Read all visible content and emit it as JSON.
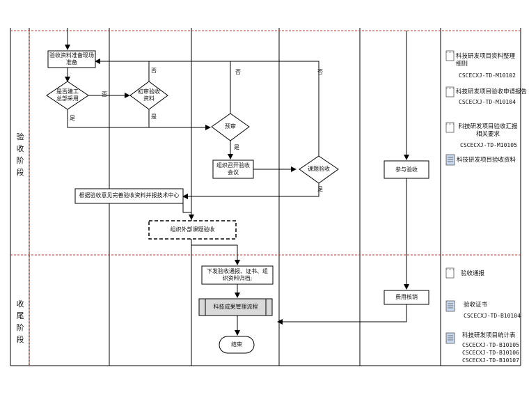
{
  "phases": {
    "acceptance": "验收阶段",
    "closing": "收尾阶段"
  },
  "nodes": {
    "prepare_materials": "验收资料准备现场准备",
    "need_engineering_dept": "是否建工总部采用",
    "submit_acceptance_materials": "初审验收资料",
    "pre_review": "预审",
    "organize_meeting": "组织召开验收会议",
    "topic_acceptance": "课题验收",
    "submit_to_tech_center": "根据验收意见完善验收资料并报技术中心",
    "external_acceptance": "组织外部课题验收",
    "issue_notice": "下发验收通报、证书、组织资料归档;",
    "achievement_process": "科技成果管理流程",
    "end": "结束",
    "participate_acceptance": "参与验收",
    "expense_verification": "费用核销"
  },
  "edge_labels": {
    "yes": "是",
    "no": "否"
  },
  "documents": {
    "acceptance": [
      {
        "icon": "document-icon",
        "title": "科技研发项目资料整理细则",
        "code": "CSCECXJ-TD-M10102"
      },
      {
        "icon": "document-icon",
        "title": "科技研发项目验收申请报告",
        "code": "CSCECXJ-TD-M10104"
      },
      {
        "icon": "document-icon",
        "title": "科技研发项目验收汇报相关要求",
        "code": "CSCECXJ-TD-M10105"
      },
      {
        "icon": "form-icon",
        "title": "科技研发项目验收资料",
        "code": ""
      }
    ],
    "closing": [
      {
        "icon": "document-icon",
        "title": "验收通报",
        "code": ""
      },
      {
        "icon": "form-icon",
        "title": "验收证书",
        "code": "CSCECXJ-TD-B10104"
      },
      {
        "icon": "form-icon",
        "title": "科技研发项目统计表",
        "codes": [
          "CSCECXJ-TD-B10105",
          "CSCECXJ-TD-B10106",
          "CSCECXJ-TD-B10107"
        ]
      }
    ]
  },
  "colors": {
    "phase_divider": "#c0392b",
    "lines": "#000000",
    "form_fill": "#c9d9ef",
    "process_fill": "#d9d9d9"
  }
}
